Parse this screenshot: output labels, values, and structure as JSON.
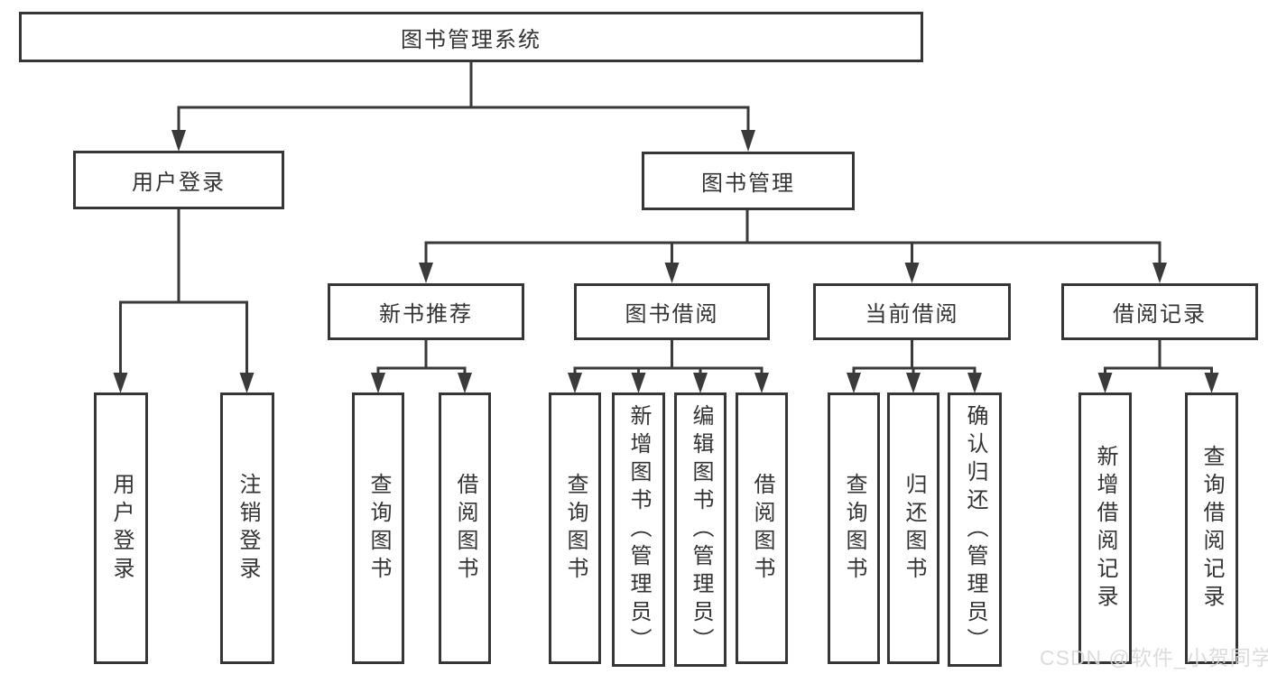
{
  "tree": {
    "label": "图书管理系统",
    "children": [
      {
        "label": "用户登录",
        "children": [
          {
            "label": "用户登录"
          },
          {
            "label": "注销登录"
          }
        ]
      },
      {
        "label": "图书管理",
        "children": [
          {
            "label": "新书推荐",
            "children": [
              {
                "label": "查询图书"
              },
              {
                "label": "借阅图书"
              }
            ]
          },
          {
            "label": "图书借阅",
            "children": [
              {
                "label": "查询图书"
              },
              {
                "label": "新增图书（管理员）"
              },
              {
                "label": "编辑图书（管理员）"
              },
              {
                "label": "借阅图书"
              }
            ]
          },
          {
            "label": "当前借阅",
            "children": [
              {
                "label": "查询图书"
              },
              {
                "label": "归还图书"
              },
              {
                "label": "确认归还（管理员）"
              }
            ]
          },
          {
            "label": "借阅记录",
            "children": [
              {
                "label": "新增借阅记录"
              },
              {
                "label": "查询借阅记录"
              }
            ]
          }
        ]
      }
    ]
  },
  "watermark": {
    "text": "CSDN @软件_小贺同学"
  },
  "colors": {
    "line": "#3a3a3a",
    "border": "#363636",
    "text": "#333333",
    "background": "#ffffff",
    "watermark": "#d8d8d8"
  }
}
